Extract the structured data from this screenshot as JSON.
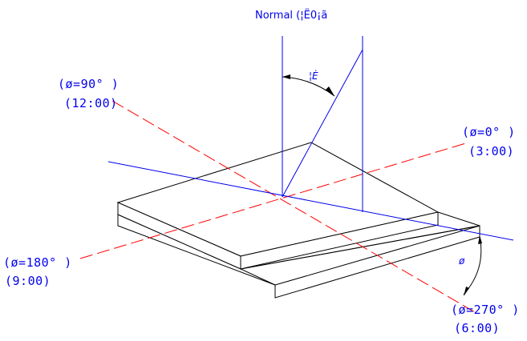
{
  "title": "Normal (¦Ë0¡ã",
  "theta_label": "¦È",
  "phi_label": "ø",
  "directions": {
    "phi0": {
      "angle": "(ø=0° )",
      "clock": "(3:00)"
    },
    "phi90": {
      "angle": "(ø=90° )",
      "clock": "(12:00)"
    },
    "phi180": {
      "angle": "(ø=180° )",
      "clock": "(9:00)"
    },
    "phi270": {
      "angle": "(ø=270° )",
      "clock": "(6:00)"
    }
  },
  "colors": {
    "outline": "#000000",
    "vector": "#0000ee",
    "axis": "#ff0000",
    "label": "#0000ee"
  }
}
